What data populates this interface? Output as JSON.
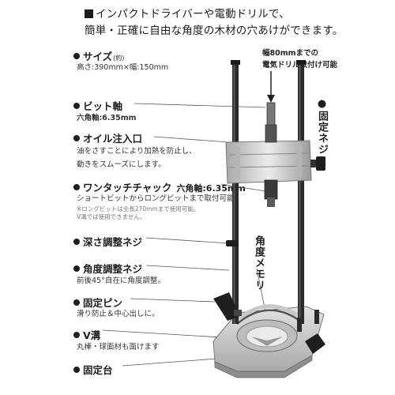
{
  "headline": {
    "line1": "インパクトドライバーや電動ドリルで、",
    "line2": "簡単・正確に自由な角度の木材の穴あけができます。"
  },
  "features": [
    {
      "title": "サイズ",
      "sup": "(約)",
      "desc": [
        "高さ:390mm×幅:150mm"
      ]
    },
    {
      "title": "ビット軸",
      "desc": [
        "六角軸:6.35mm"
      ]
    },
    {
      "title": "オイル注入口",
      "desc": [
        "油をさすことにより加熱を防止し、",
        "動きをスムーズにします。"
      ]
    },
    {
      "title": "ワンタッチチャック",
      "inline": "六角軸:6.35mm",
      "desc": [
        "ショートビットからロングビットまで取付可能"
      ],
      "tiny": [
        "※ロングビットは全長270mmまで使用可能。",
        "V溝では使用できません。"
      ]
    },
    {
      "title": "深さ調整ネジ",
      "desc": []
    },
    {
      "title": "角度調整ネジ",
      "desc": [
        "前後45°自在に角度調整。"
      ]
    },
    {
      "title": "固定ピン",
      "desc": [
        "滑り防止＆中心出しに。"
      ]
    },
    {
      "title": "V溝",
      "desc": [
        "丸棒・球面材も面けます"
      ]
    },
    {
      "title": "固定台",
      "desc": []
    }
  ],
  "top_note": [
    "幅80mmまでの",
    "電気ドリル取付け可能"
  ],
  "side_labels": {
    "fixing_screw": "●固定ネジ",
    "angle_memory": "角度メモリ"
  },
  "colors": {
    "text": "#1e1e1e",
    "metal": "#cfcfcf",
    "dark": "#2a2a2a"
  }
}
